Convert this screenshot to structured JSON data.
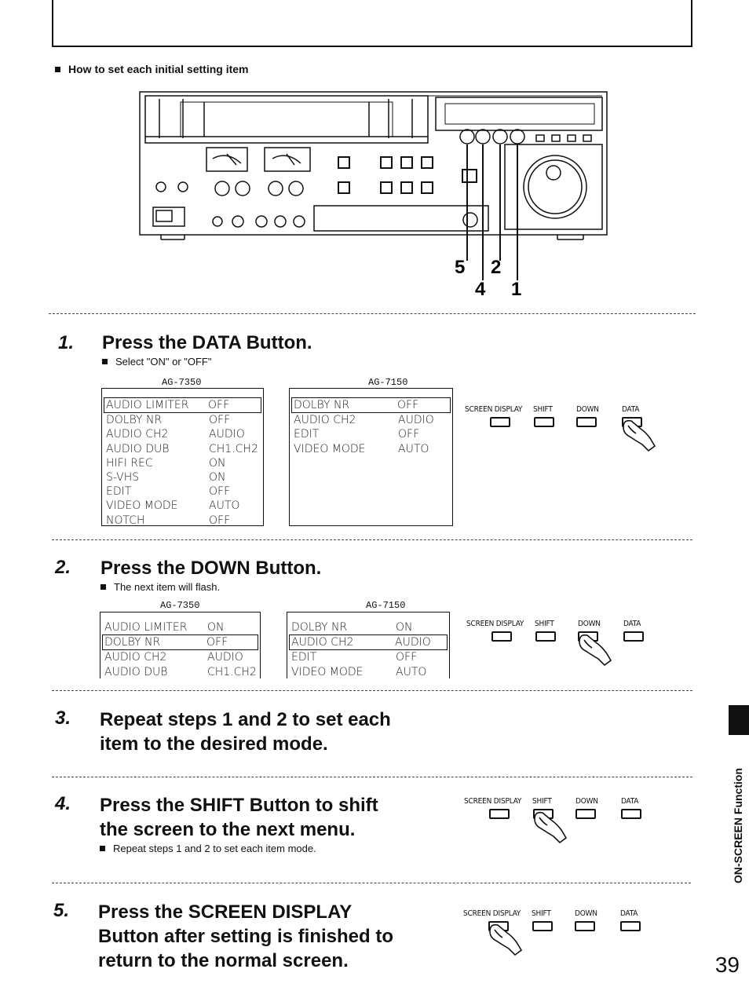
{
  "intro": "How to set each initial setting item",
  "diagram": {
    "callouts": [
      "5",
      "2",
      "4",
      "1"
    ]
  },
  "steps": [
    {
      "num": "1.",
      "title": "Press the DATA Button.",
      "note": "Select \"ON\" or \"OFF\"",
      "pressed": "DATA",
      "menus": [
        {
          "model": "AG-7350",
          "rows": [
            {
              "k": "AUDIO LIMITER",
              "v": "OFF",
              "hl": true
            },
            {
              "k": "DOLBY NR",
              "v": "OFF"
            },
            {
              "k": "AUDIO CH2",
              "v": "AUDIO"
            },
            {
              "k": "AUDIO DUB",
              "v": "CH1.CH2"
            },
            {
              "k": "HIFI REC",
              "v": "ON"
            },
            {
              "k": "S-VHS",
              "v": "ON"
            },
            {
              "k": "EDIT",
              "v": "OFF"
            },
            {
              "k": "VIDEO MODE",
              "v": "AUTO"
            },
            {
              "k": "NOTCH",
              "v": "OFF"
            }
          ]
        },
        {
          "model": "AG-7150",
          "rows": [
            {
              "k": "DOLBY NR",
              "v": "OFF",
              "hl": true
            },
            {
              "k": "AUDIO CH2",
              "v": "AUDIO"
            },
            {
              "k": "EDIT",
              "v": "OFF"
            },
            {
              "k": "VIDEO MODE",
              "v": "AUTO"
            }
          ]
        }
      ]
    },
    {
      "num": "2.",
      "title": "Press the DOWN Button.",
      "note": "The next item will flash.",
      "pressed": "DOWN",
      "menus": [
        {
          "model": "AG-7350",
          "rows": [
            {
              "k": "AUDIO LIMITER",
              "v": "ON"
            },
            {
              "k": "DOLBY NR",
              "v": "OFF",
              "hl": true
            },
            {
              "k": "AUDIO CH2",
              "v": "AUDIO"
            },
            {
              "k": "AUDIO DUB",
              "v": "CH1.CH2"
            }
          ]
        },
        {
          "model": "AG-7150",
          "rows": [
            {
              "k": "DOLBY NR",
              "v": "ON"
            },
            {
              "k": "AUDIO CH2",
              "v": "AUDIO",
              "hl": true
            },
            {
              "k": "EDIT",
              "v": "OFF"
            },
            {
              "k": "VIDEO MODE",
              "v": "AUTO"
            }
          ]
        }
      ]
    },
    {
      "num": "3.",
      "title_lines": [
        "Repeat steps 1 and 2 to set each",
        "item to the desired mode."
      ]
    },
    {
      "num": "4.",
      "title_lines": [
        "Press the SHIFT Button to shift",
        "the screen to the next menu."
      ],
      "note": "Repeat steps 1 and 2 to set each item mode.",
      "pressed": "SHIFT"
    },
    {
      "num": "5.",
      "title_lines": [
        "Press the SCREEN DISPLAY",
        "Button after setting is finished to",
        "return to the normal screen."
      ],
      "pressed": "SCREEN DISPLAY"
    }
  ],
  "buttons": [
    "SCREEN DISPLAY",
    "SHIFT",
    "DOWN",
    "DATA"
  ],
  "side_tab": "ON-SCREEN Function",
  "page_number": "39"
}
